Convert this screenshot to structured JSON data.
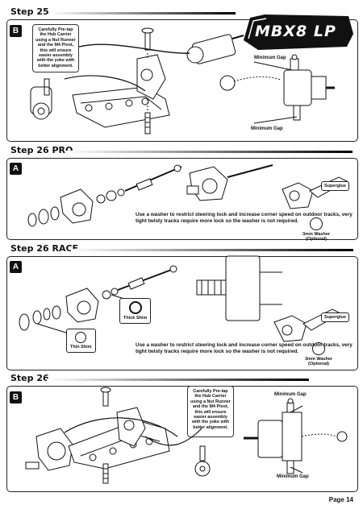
{
  "steps": {
    "s25": {
      "title": "Step 25",
      "letter": "B",
      "note": "Carefully Pre-tap the Hub Carrier using a Nut Runner and the M4 Pivot, this will ensure easier assembly with the yoke with better alignment.",
      "min_gap_top": "Minimum Gap",
      "min_gap_bottom": "Minimum Gap"
    },
    "s26pro": {
      "title": "Step 26 PRO",
      "letter": "A",
      "para": "Use a washer to restrict steering lock and increase corner speed on outdoor tracks, very tight twisty tracks require more lock so the washer is not required.",
      "superglue": "Superglue",
      "washer": "3mm Washer",
      "optional": "(Optional)"
    },
    "s26race": {
      "title": "Step 26 RACE",
      "letter": "A",
      "para": "Use a washer to restrict steering lock and increase corner speed on outdoor tracks, very tight twisty tracks require more lock so the washer is not required.",
      "thick_shim": "Thick Shim",
      "thin_shim": "Thin Shim",
      "superglue": "Superglue",
      "washer": "3mm Washer",
      "optional": "(Optional)"
    },
    "s26": {
      "title": "Step 26",
      "letter": "B",
      "note": "Carefully Pre-tap the Hub Carrier using a Nut Runner and the M4 Pivot, this will ensure easier assembly with the yoke with better alignment.",
      "min_gap_top": "Minimum Gap",
      "min_gap_bottom": "Minimum Gap"
    }
  },
  "logo": {
    "text": "MBX8 LP"
  },
  "page": {
    "label": "Page 14"
  },
  "colors": {
    "ink": "#111111",
    "frame": "#222222"
  }
}
